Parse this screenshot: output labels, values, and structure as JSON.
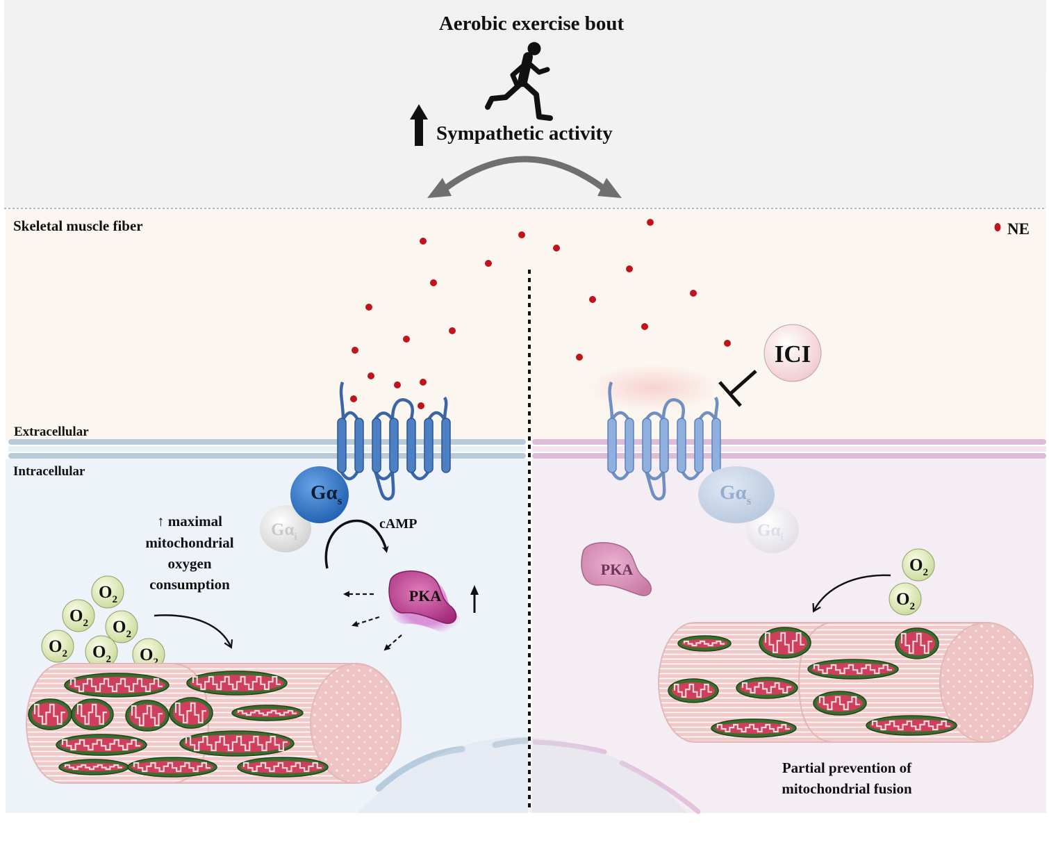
{
  "header": {
    "title": "Aerobic exercise bout",
    "sympathetic": "Sympathetic activity"
  },
  "region_labels": {
    "fiber": "Skeletal muscle fiber",
    "extracellular": "Extracellular",
    "intracellular": "Intracellular"
  },
  "legend": {
    "ne": "NE"
  },
  "left": {
    "gas": "Gα",
    "gas_sub": "s",
    "gai": "Gα",
    "gai_sub": "i",
    "camp": "cAMP",
    "pka": "PKA",
    "effect": [
      "↑ maximal",
      "mitochondrial",
      "oxygen",
      "consumption"
    ],
    "o2": "O",
    "o2_sub": "2"
  },
  "right": {
    "ici": "ICI",
    "gas": "Gα",
    "gas_sub": "s",
    "gai": "Gα",
    "gai_sub": "i",
    "pka": "PKA",
    "effect": [
      "Partial prevention of",
      "mitochondrial fusion"
    ],
    "o2": "O",
    "o2_sub": "2"
  },
  "colors": {
    "ne_dot": "#c0141c",
    "receptor_active": "#4d7fc4",
    "receptor_blocked": "#8fb0de",
    "gas_active": "#2e6fc0",
    "pka_active": "#b8408a",
    "mito_outer": "#4f8a3c",
    "mito_inner": "#c73a55",
    "membrane": "#b4c9d9"
  }
}
